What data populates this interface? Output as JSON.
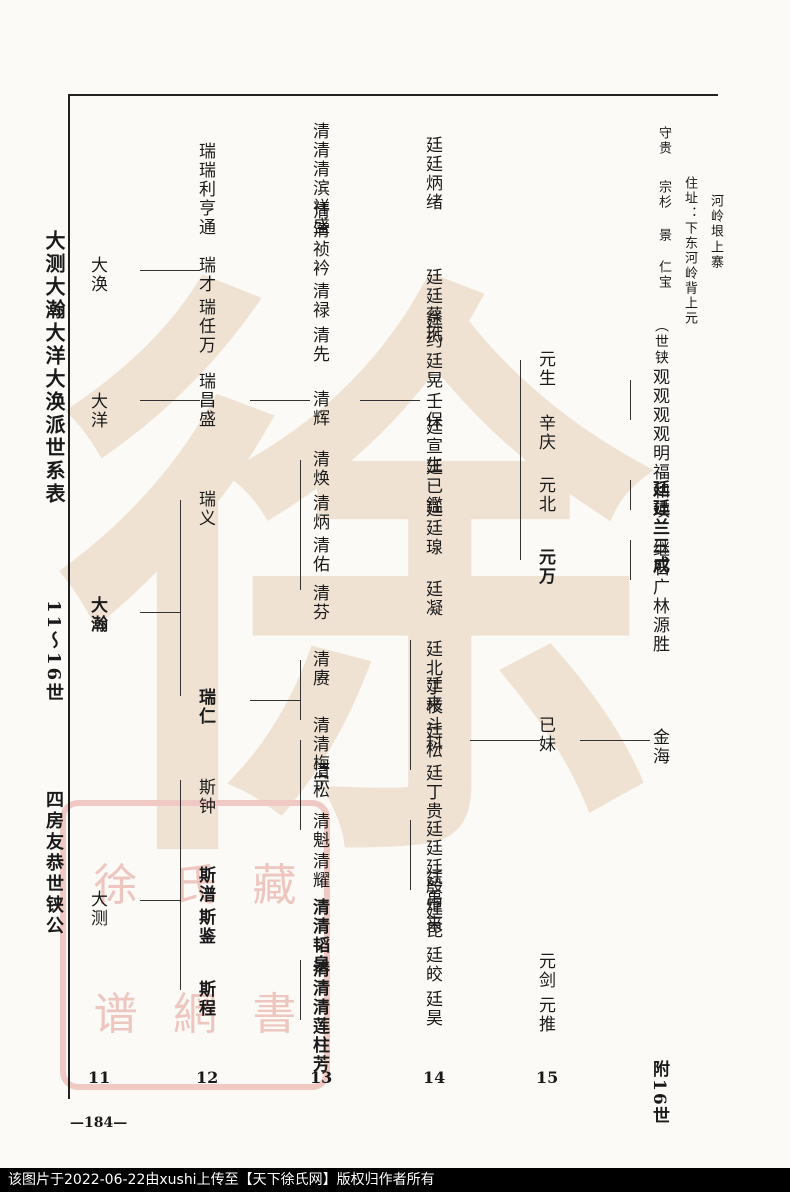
{
  "title_main": "大测大瀚大洋大涣派世系表",
  "title_range": "11～16世",
  "title_house": "四房友恭世铗公",
  "generations": [
    "11",
    "12",
    "13",
    "14",
    "15",
    "附16世"
  ],
  "gen11": [
    "大测",
    "大瀚",
    "大洋",
    "大涣"
  ],
  "gen12": [
    "斯程",
    "斯鉴",
    "斯潽",
    "斯钟",
    "瑞仁",
    "瑞义",
    "瑞昌盛",
    "瑞任万",
    "瑞才",
    "瑞瑞利亨通"
  ],
  "gen13": [
    "清清清莲柱芳",
    "清清韬泉",
    "清耀",
    "清魁",
    "清松",
    "清清梅宁",
    "清赓",
    "清芬",
    "清佑",
    "清炳",
    "清焕",
    "清辉",
    "清先",
    "清禄",
    "清清祯衿",
    "清清清滨祥盛"
  ],
  "gen14": [
    "廷昊",
    "廷皎",
    "廷昆",
    "廷禹",
    "廷廷廷殷炬来",
    "廷丁贵",
    "廷松",
    "廷来",
    "廷北丁枝斗科",
    "廷凝",
    "廷廷瑔",
    "廷已鑑",
    "廷宣生",
    "壬保",
    "廷晃",
    "廷约",
    "廷廷蔡玳",
    "廷廷炳绪"
  ],
  "gen15": [
    "元推",
    "元剑",
    "已妹",
    "元万",
    "元北",
    "辛庆",
    "元生"
  ],
  "gen16": [
    "继石广林源胜",
    "廷廷兰三成",
    "观观观观明福和瑛",
    "金海"
  ],
  "notes": [
    "（世铗",
    "仁宝",
    "景",
    "宗杉",
    "守贵",
    "住址：下东河岭背上元",
    "上寨",
    "河岭垠"
  ],
  "page_number": "—184—",
  "footer": "该图片于2022-06-22由xushi上传至【天下徐氏网】版权归作者所有",
  "watermark": "徐"
}
